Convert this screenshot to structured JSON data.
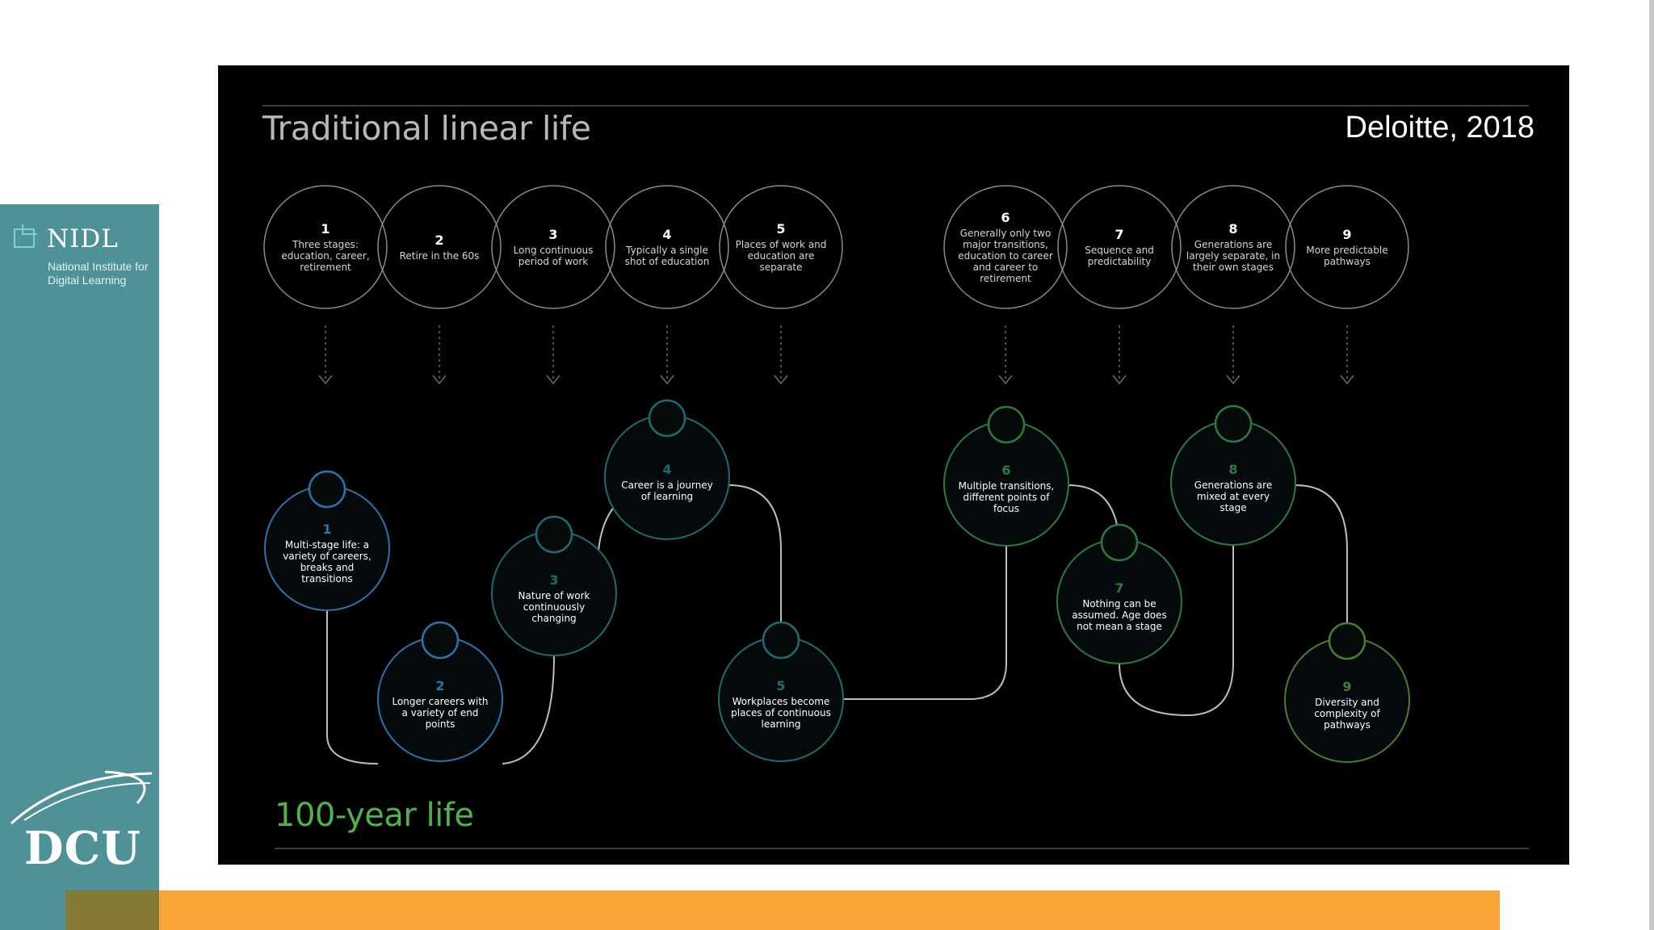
{
  "header": {
    "top_title": "Traditional linear life",
    "citation": "Deloitte, 2018",
    "bottom_title": "100-year life"
  },
  "branding": {
    "nidl_name": "NIDL",
    "nidl_subtitle": "National Institute for Digital Learning",
    "university": "DCU"
  },
  "traditional": [
    {
      "num": "1",
      "label": "Three stages: education, career, retirement"
    },
    {
      "num": "2",
      "label": "Retire in the 60s"
    },
    {
      "num": "3",
      "label": "Long continuous period of work"
    },
    {
      "num": "4",
      "label": "Typically a single shot of education"
    },
    {
      "num": "5",
      "label": "Places of work and education are separate"
    },
    {
      "num": "6",
      "label": "Generally only two major transitions, education to career and career to retirement"
    },
    {
      "num": "7",
      "label": "Sequence and predictability"
    },
    {
      "num": "8",
      "label": "Generations are largely separate, in their own stages"
    },
    {
      "num": "9",
      "label": "More predictable pathways"
    }
  ],
  "hundred_year": [
    {
      "num": "1",
      "label": "Multi-stage life: a variety of careers, breaks and transitions",
      "icon": "signpost-icon",
      "color": "#2a74a8"
    },
    {
      "num": "2",
      "label": "Longer careers with a variety of end points",
      "icon": "briefcase-icon",
      "color": "#2a74a8"
    },
    {
      "num": "3",
      "label": "Nature of work continuously changing",
      "icon": "refresh-icon",
      "color": "#1f6a70"
    },
    {
      "num": "4",
      "label": "Career is a journey of learning",
      "icon": "compass-icon",
      "color": "#1f6a70"
    },
    {
      "num": "5",
      "label": "Workplaces become places of continuous learning",
      "icon": "graduation-cap-icon",
      "color": "#1f6a70"
    },
    {
      "num": "6",
      "label": "Multiple transitions, different points of focus",
      "icon": "expand-icon",
      "color": "#2d7a40"
    },
    {
      "num": "7",
      "label": "Nothing can be assumed. Age does not mean a stage",
      "icon": "shuffle-icon",
      "color": "#2d7a40"
    },
    {
      "num": "8",
      "label": "Generations are mixed at every stage",
      "icon": "people-icon",
      "color": "#2d7a40"
    },
    {
      "num": "9",
      "label": "Diversity and complexity of pathways",
      "icon": "waveform-icon",
      "color": "#4a7d32"
    }
  ],
  "colors": {
    "slide_background": "#000000",
    "sidebar_teal": "#4e9196",
    "accent_orange": "#f8a436",
    "accent_olive": "#847a36",
    "bottom_title_green": "#4fb24a",
    "blue": "#2a74a8",
    "teal": "#1f6a70",
    "green": "#2d7a40"
  }
}
